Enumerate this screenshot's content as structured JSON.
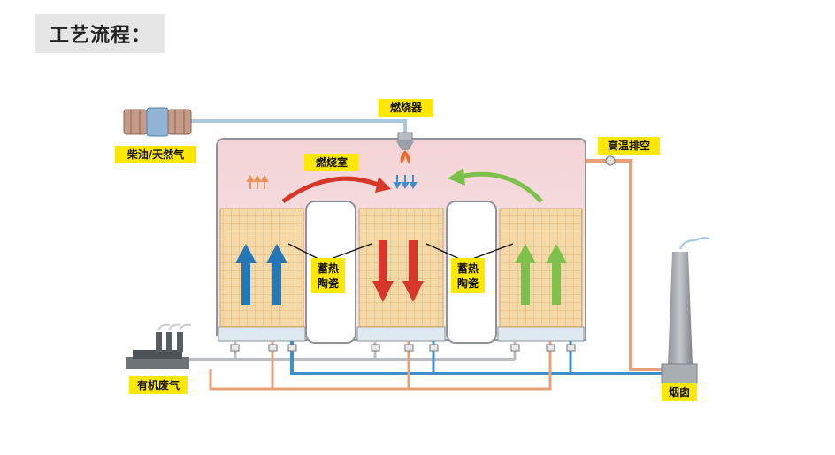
{
  "title": "工艺流程：",
  "labels": {
    "burner": "燃烧器",
    "fuel": "柴油/天然气",
    "combustion_chamber": "燃烧室",
    "high_temp_exhaust": "高温排空",
    "ceramic_left_1": "蓄热",
    "ceramic_left_2": "陶瓷",
    "ceramic_right_1": "蓄热",
    "ceramic_right_2": "陶瓷",
    "waste_gas": "有机废气",
    "chimney": "烟囱"
  },
  "colors": {
    "chamber_fill": "#f6dede",
    "ceramic": "#f4d9a8",
    "label_bg": "#ffe800",
    "pipe_gray": "#b9bec4",
    "pipe_blue": "#3f8fc9",
    "pipe_orange": "#e8a07a",
    "arrow_blue": "#2478b8",
    "arrow_red": "#d7362a",
    "arrow_green": "#7dc04a"
  }
}
